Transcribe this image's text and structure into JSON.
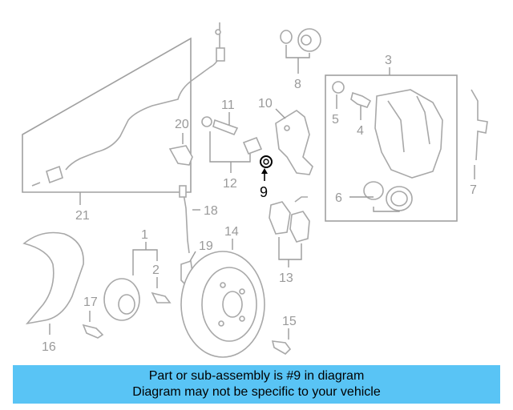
{
  "diagram": {
    "callouts": {
      "c1": "1",
      "c2": "2",
      "c3": "3",
      "c4": "4",
      "c5": "5",
      "c6": "6",
      "c7": "7",
      "c8": "8",
      "c9": "9",
      "c10": "10",
      "c11": "11",
      "c12": "12",
      "c13": "13",
      "c14": "14",
      "c15": "15",
      "c16": "16",
      "c17": "17",
      "c18": "18",
      "c19": "19",
      "c20": "20",
      "c21": "21"
    },
    "highlighted_part": "9",
    "colors": {
      "highlight": "#000000",
      "parts": "#a8a8a8",
      "banner": "#59c4f5"
    }
  },
  "banner": {
    "line1": "Part or sub-assembly is #9 in diagram",
    "line2": "Diagram may not be specific to your vehicle"
  }
}
